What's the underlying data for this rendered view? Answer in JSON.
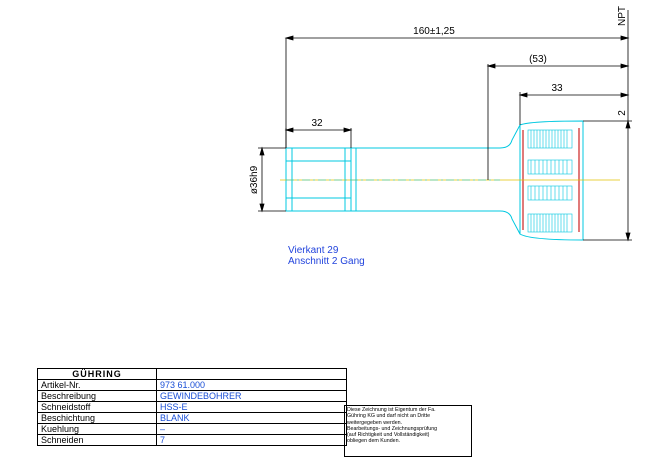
{
  "dimensions": {
    "overall_length": "160±1,25",
    "shank_part": "(53)",
    "shank_end": "33",
    "square_length": "32",
    "diameter": "ø36h9",
    "thread_callout": "NPT",
    "thread_size": "2"
  },
  "notes": {
    "square": "Vierkant 29",
    "chamfer": "Anschnitt 2 Gang"
  },
  "title_block": {
    "brand": "GÜHRING",
    "rows": [
      {
        "label": "Artikel-Nr.",
        "value": "973 61.000"
      },
      {
        "label": "Beschreibung",
        "value": "GEWINDEBOHRER"
      },
      {
        "label": "Schneidstoff",
        "value": "HSS-E"
      },
      {
        "label": "Beschichtung",
        "value": "BLANK"
      },
      {
        "label": "Kuehlung",
        "value": "–"
      },
      {
        "label": "Schneiden",
        "value": "7"
      }
    ]
  },
  "disclaimer": {
    "lines": [
      "Diese Zeichnung ist Eigentum der Fa.",
      "Gühring KG und darf nicht an Dritte",
      "weitergegeben werden.",
      "Bearbeitungs- und Zeichnungsprüfung",
      "(auf Richtigkeit und Vollständigkeit)",
      "obliegen dem Kunden."
    ]
  },
  "colors": {
    "outline": "#00c8e0",
    "dimension": "#000000",
    "note_text": "#2244dd",
    "thread_highlight": "#cc2222",
    "centerline": "#e0c000"
  }
}
